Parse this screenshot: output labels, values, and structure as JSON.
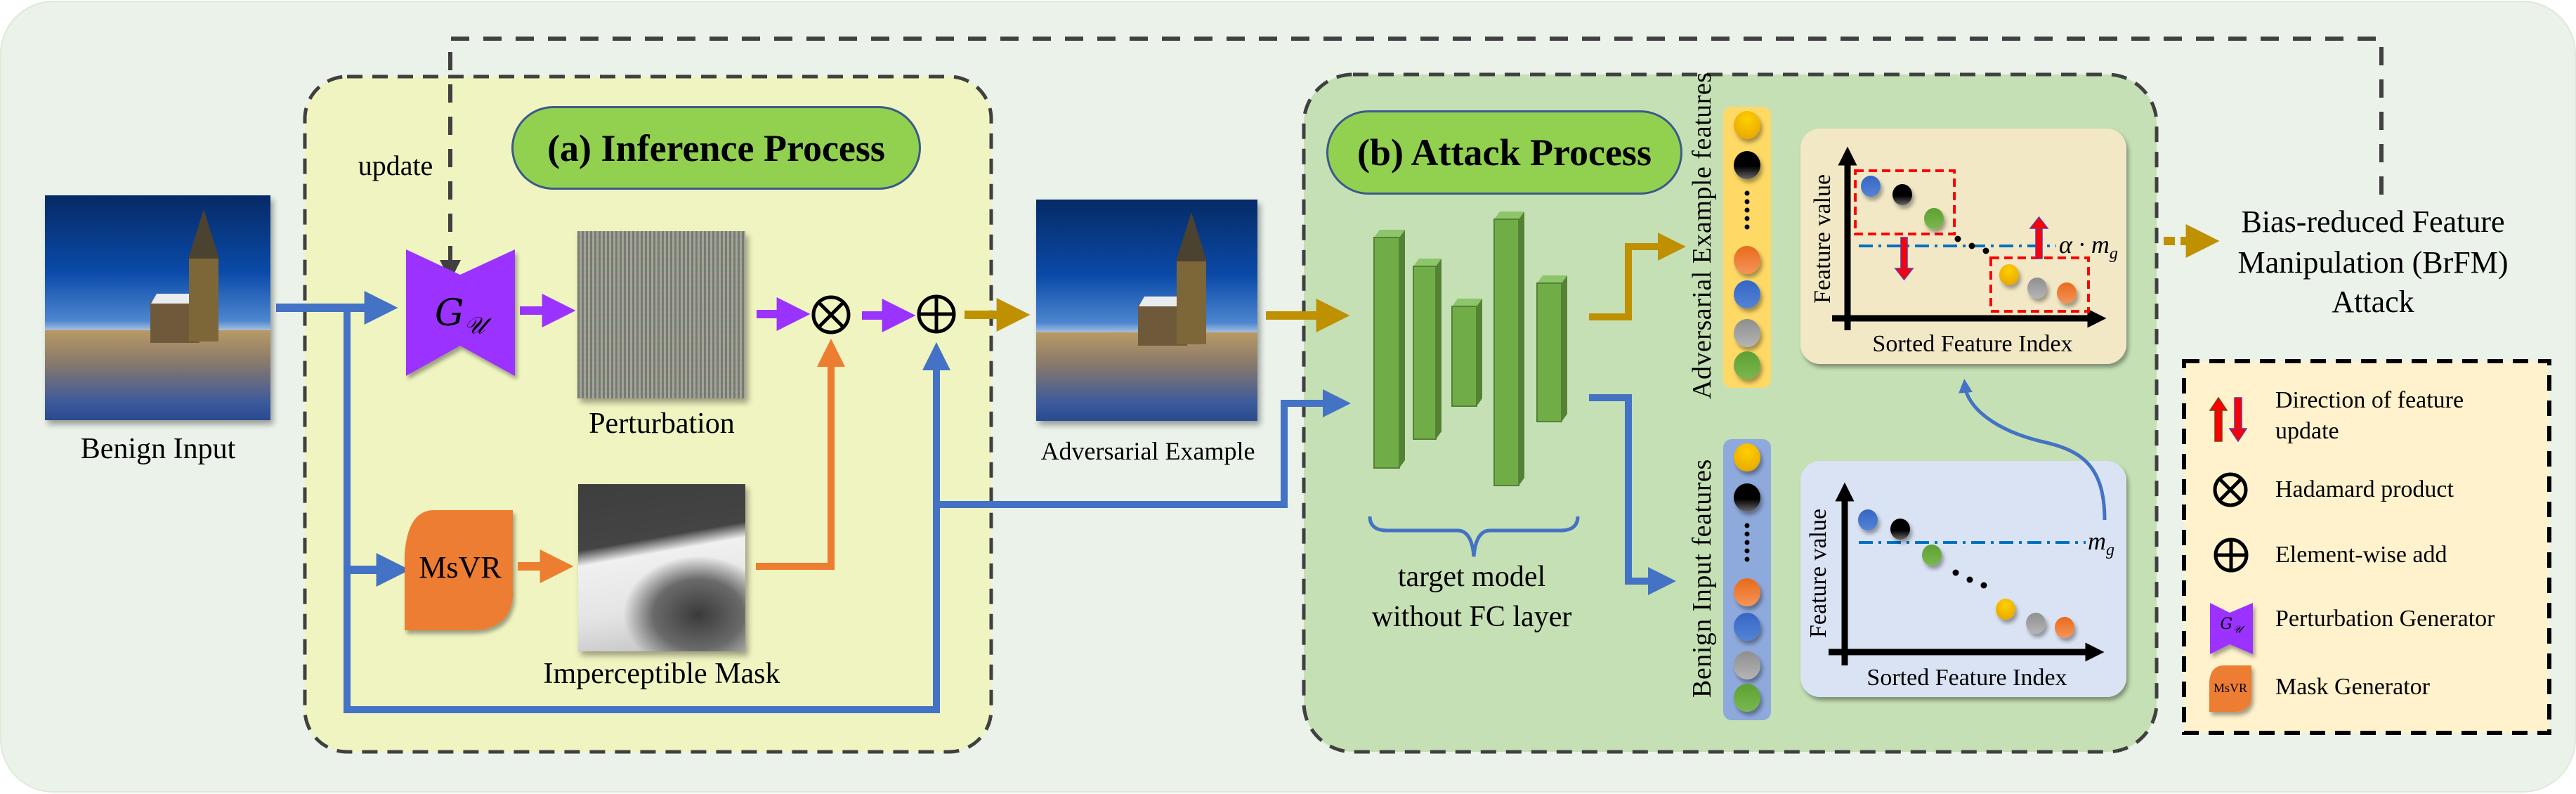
{
  "figure": {
    "inference_title": "(a) Inference Process",
    "attack_title": "(b) Attack Process",
    "update_label": "update",
    "benign_input_label": "Benign Input",
    "perturbation_label": "Perturbation",
    "mask_label": "Imperceptible Mask",
    "adversarial_label": "Adversarial Example",
    "generator_symbol": "G",
    "generator_subscript": "𝒰",
    "mask_generator_symbol": "MsVR",
    "hadamard_symbol": "⊗",
    "add_symbol": "⊕",
    "model_label_line1": "target model",
    "model_label_line2": "without FC layer",
    "adv_features_label": "Adversarial Example features",
    "benign_features_label": "Benign Input features",
    "output_label_line1": "Bias-reduced Feature",
    "output_label_line2": "Manipulation (BrFM)",
    "output_label_line3": "Attack"
  },
  "feature_columns": {
    "adversarial": {
      "background": "#FFD966",
      "circles_top": [
        "yellow",
        "black"
      ],
      "circles_bottom": [
        "orange",
        "blue",
        "gray",
        "green"
      ],
      "ellipsis": "....."
    },
    "benign": {
      "background": "#8EA9DB",
      "circles_top": [
        "yellow",
        "black"
      ],
      "circles_bottom": [
        "orange",
        "blue",
        "gray",
        "green"
      ],
      "ellipsis": "....."
    }
  },
  "charts": {
    "adversarial": {
      "ylabel": "Feature value",
      "xlabel": "Sorted Feature Index",
      "threshold_label_prefix": "α · m",
      "threshold_label_sub": "g",
      "points_high": [
        "blue",
        "black",
        "green"
      ],
      "points_low": [
        "yellow",
        "gray",
        "orange"
      ],
      "high_group_direction": "down",
      "low_group_direction": "up"
    },
    "benign": {
      "ylabel": "Feature value",
      "xlabel": "Sorted Feature Index",
      "threshold_label_prefix": "m",
      "threshold_label_sub": "g",
      "points_high": [
        "blue",
        "black",
        "green"
      ],
      "points_low": [
        "yellow",
        "gray",
        "orange"
      ]
    }
  },
  "legend": {
    "items": [
      {
        "icon": "up-down-arrows-icon",
        "label_line1": "Direction of feature",
        "label_line2": "update"
      },
      {
        "icon": "hadamard-product-icon",
        "label_line1": "Hadamard product"
      },
      {
        "icon": "element-wise-add-icon",
        "label_line1": "Element-wise add"
      },
      {
        "icon": "perturbation-generator-icon",
        "label_line1": "Perturbation Generator"
      },
      {
        "icon": "mask-generator-icon",
        "label_line1": "Mask Generator"
      }
    ],
    "mask_icon_text": "MsVR",
    "gen_icon_text": "G",
    "gen_icon_sub": "𝒰"
  },
  "colors": {
    "outer_bg": "#EAF2EA",
    "inference_bg": "#F0F4C0",
    "attack_bg": "#C5E0B4",
    "title_pill": "#92D050",
    "purple": "#9B33FF",
    "orange": "#ED7D31",
    "blue": "#4472C4",
    "gold": "#BF9000",
    "chart_adv_bg": "#F2E8C6",
    "chart_benign_bg": "#DAE3F3",
    "legend_bg": "#FFF2CC",
    "threshold_line": "#0070C0",
    "highlight_box": "#FF0000"
  }
}
